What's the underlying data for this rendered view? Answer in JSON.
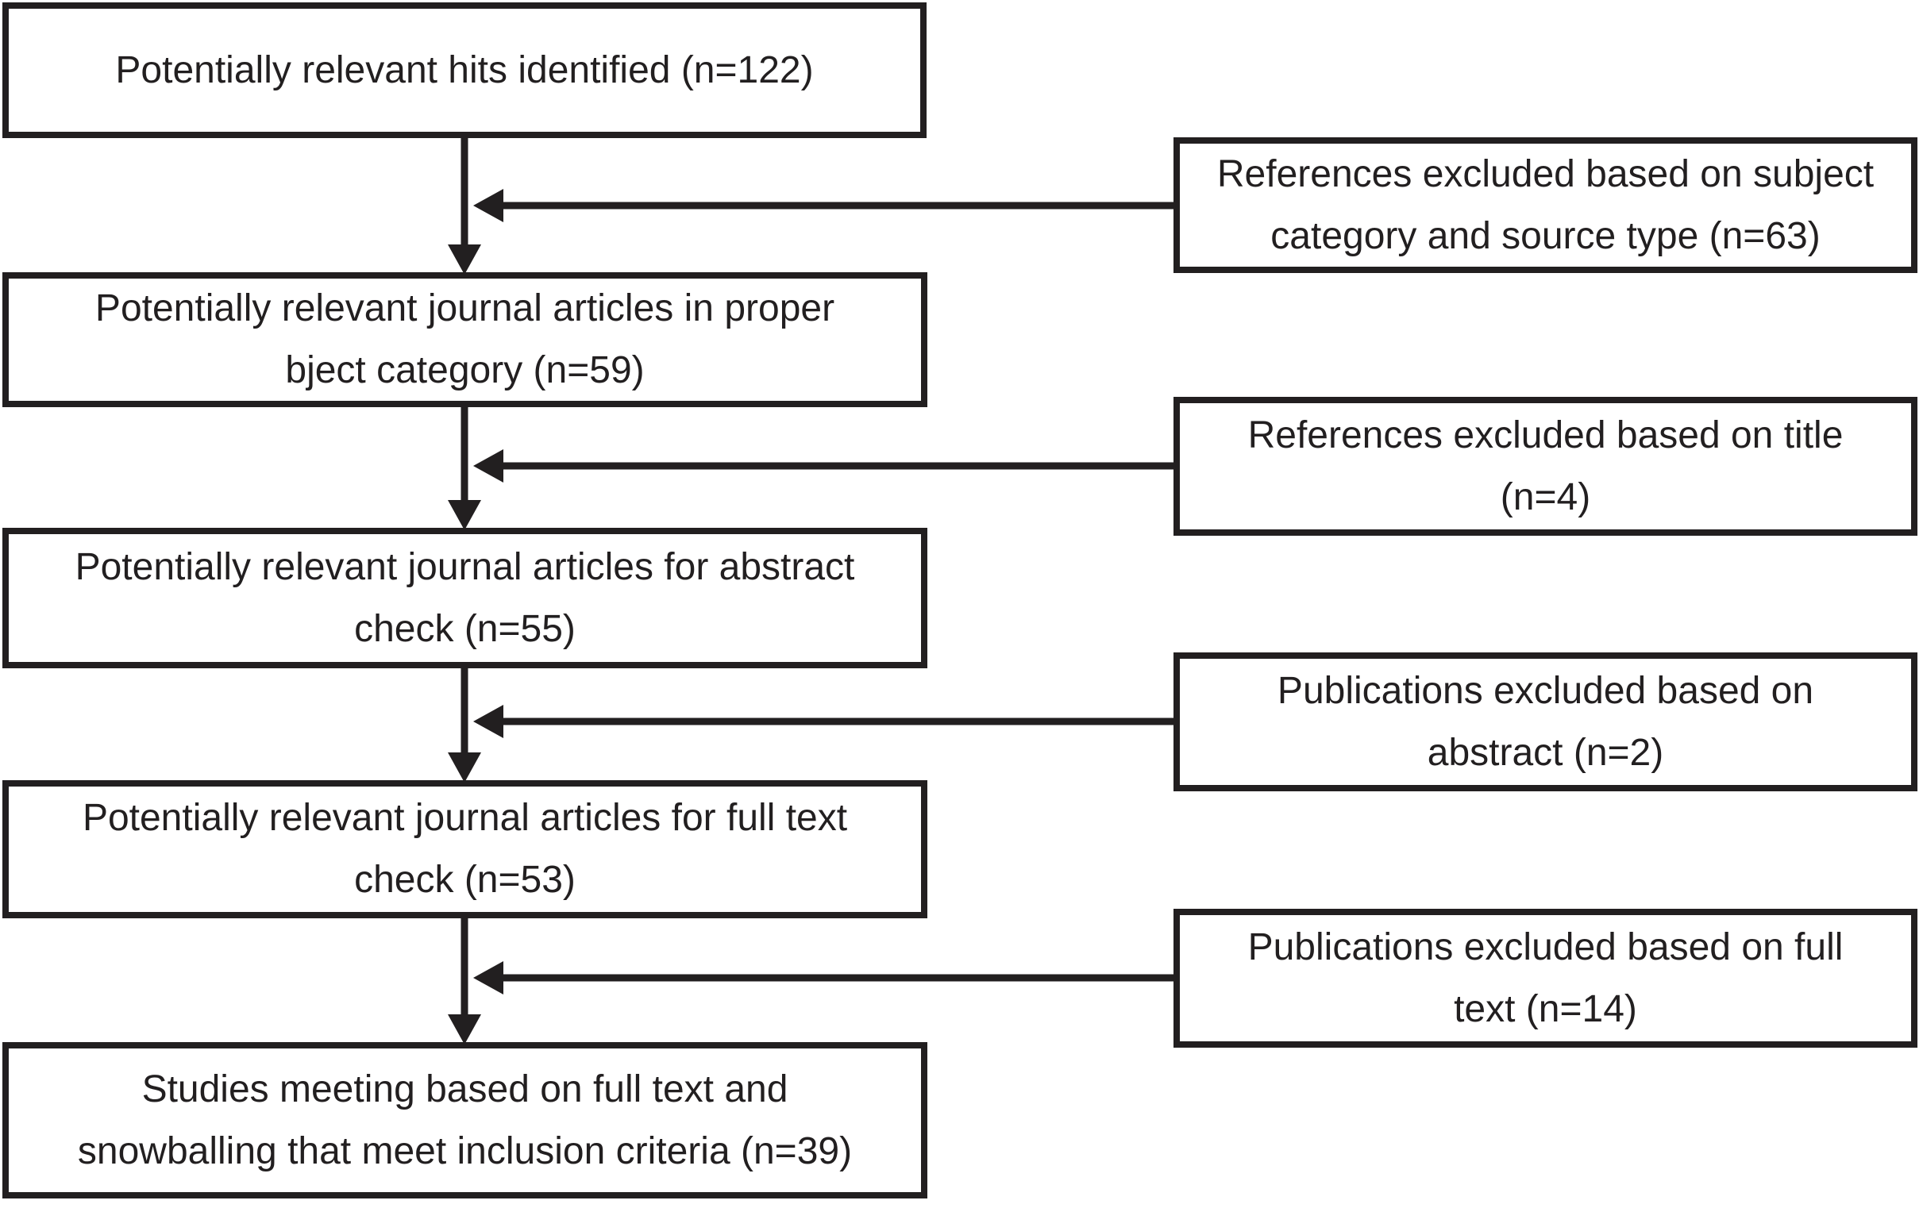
{
  "diagram": {
    "type": "flowchart",
    "colors": {
      "line": "#221f20",
      "text": "#221f20",
      "background": "#ffffff"
    },
    "flow_boxes": [
      {
        "n": 122,
        "lines": [
          "Potentially relevant hits identified (n=122)"
        ]
      },
      {
        "n": 59,
        "lines": [
          "Potentially relevant journal articles in proper",
          "bject category (n=59)"
        ]
      },
      {
        "n": 55,
        "lines": [
          "Potentially relevant journal articles for abstract",
          "check (n=55)"
        ]
      },
      {
        "n": 53,
        "lines": [
          "Potentially relevant journal articles for full text",
          "check (n=53)"
        ]
      },
      {
        "n": 39,
        "lines": [
          "Studies meeting based on full text and",
          "snowballing that meet inclusion criteria (n=39)"
        ]
      }
    ],
    "exclusion_boxes": [
      {
        "n": 63,
        "lines": [
          "References excluded based on subject",
          "category and source type (n=63)"
        ]
      },
      {
        "n": 4,
        "lines": [
          "References excluded based on title",
          "(n=4)"
        ]
      },
      {
        "n": 2,
        "lines": [
          "Publications excluded based on",
          "abstract (n=2)"
        ]
      },
      {
        "n": 14,
        "lines": [
          "Publications excluded based on full",
          "text (n=14)"
        ]
      }
    ]
  }
}
